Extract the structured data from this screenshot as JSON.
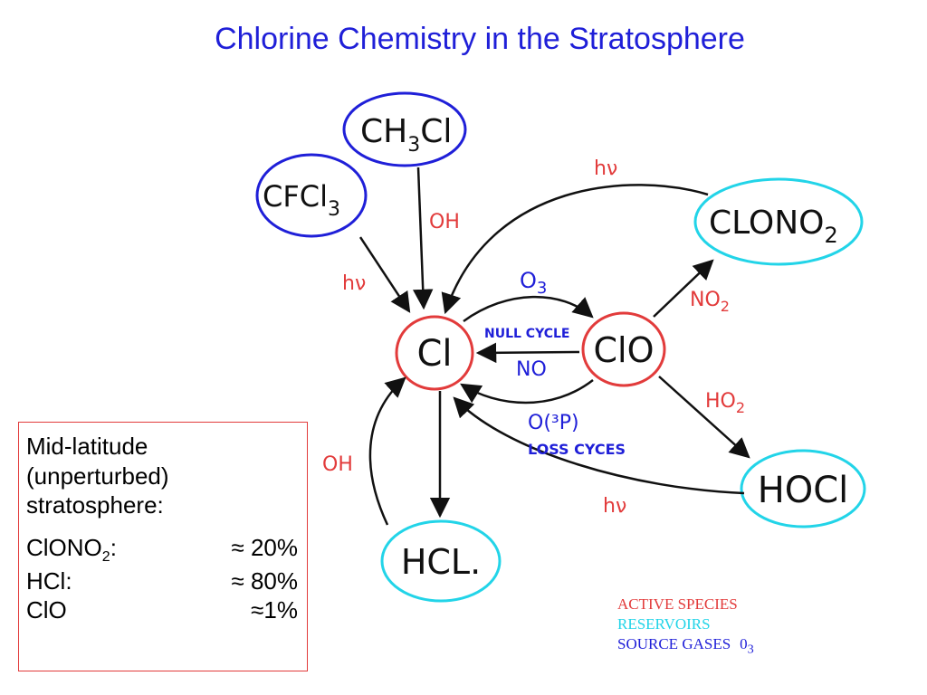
{
  "title": "Chlorine Chemistry in the Stratosphere",
  "colors": {
    "active": "#e23b3b",
    "reservoir": "#22d4e8",
    "source": "#1f1fd8",
    "title": "#1f1fd8"
  },
  "nodes": {
    "ch3cl": {
      "label": "CH3Cl",
      "main": "CH",
      "sub": "3",
      "tail": "Cl",
      "category": "source"
    },
    "cfcl3": {
      "label": "CFCl3",
      "main": "CFCl",
      "sub": "3",
      "category": "source"
    },
    "cl": {
      "label": "Cl",
      "category": "active"
    },
    "clo": {
      "label": "ClO",
      "category": "active"
    },
    "clono2": {
      "label": "ClONO2",
      "main": "CLONO",
      "sub": "2",
      "category": "reservoir"
    },
    "hocl": {
      "label": "HOCl",
      "category": "reservoir"
    },
    "hcl": {
      "label": "HCL.",
      "category": "reservoir"
    }
  },
  "edge_labels": {
    "oh_ch3cl": "OH",
    "hv_cfcl3": "hν",
    "hv_clono2": "hν",
    "o3_main": "O",
    "o3_sub": "3",
    "null_cycle": "NULL CYCLE",
    "no": "NO",
    "no2_main": "NO",
    "no2_sub": "2",
    "ho2_main": "HO",
    "ho2_sub": "2",
    "o3p": "O(³P)",
    "loss_cycles": "LOSS CYCES",
    "oh_hcl": "OH",
    "hv_hocl": "hν"
  },
  "info_box": {
    "heading_line1": "Mid-latitude",
    "heading_line2": "(unperturbed)",
    "heading_line3": "stratosphere:",
    "rows": [
      {
        "species": "ClONO",
        "species_sub": "2",
        "species_suffix": ":",
        "value": "≈ 20%"
      },
      {
        "species": "HCl:",
        "value": "≈ 80%"
      },
      {
        "species": "ClO",
        "value": "≈1%"
      }
    ]
  },
  "legend": {
    "active": "ACTIVE SPECIES",
    "reservoirs": "RESERVOIRS",
    "source_gases": "SOURCE GASES",
    "o3_main": "0",
    "o3_sub": "3"
  }
}
